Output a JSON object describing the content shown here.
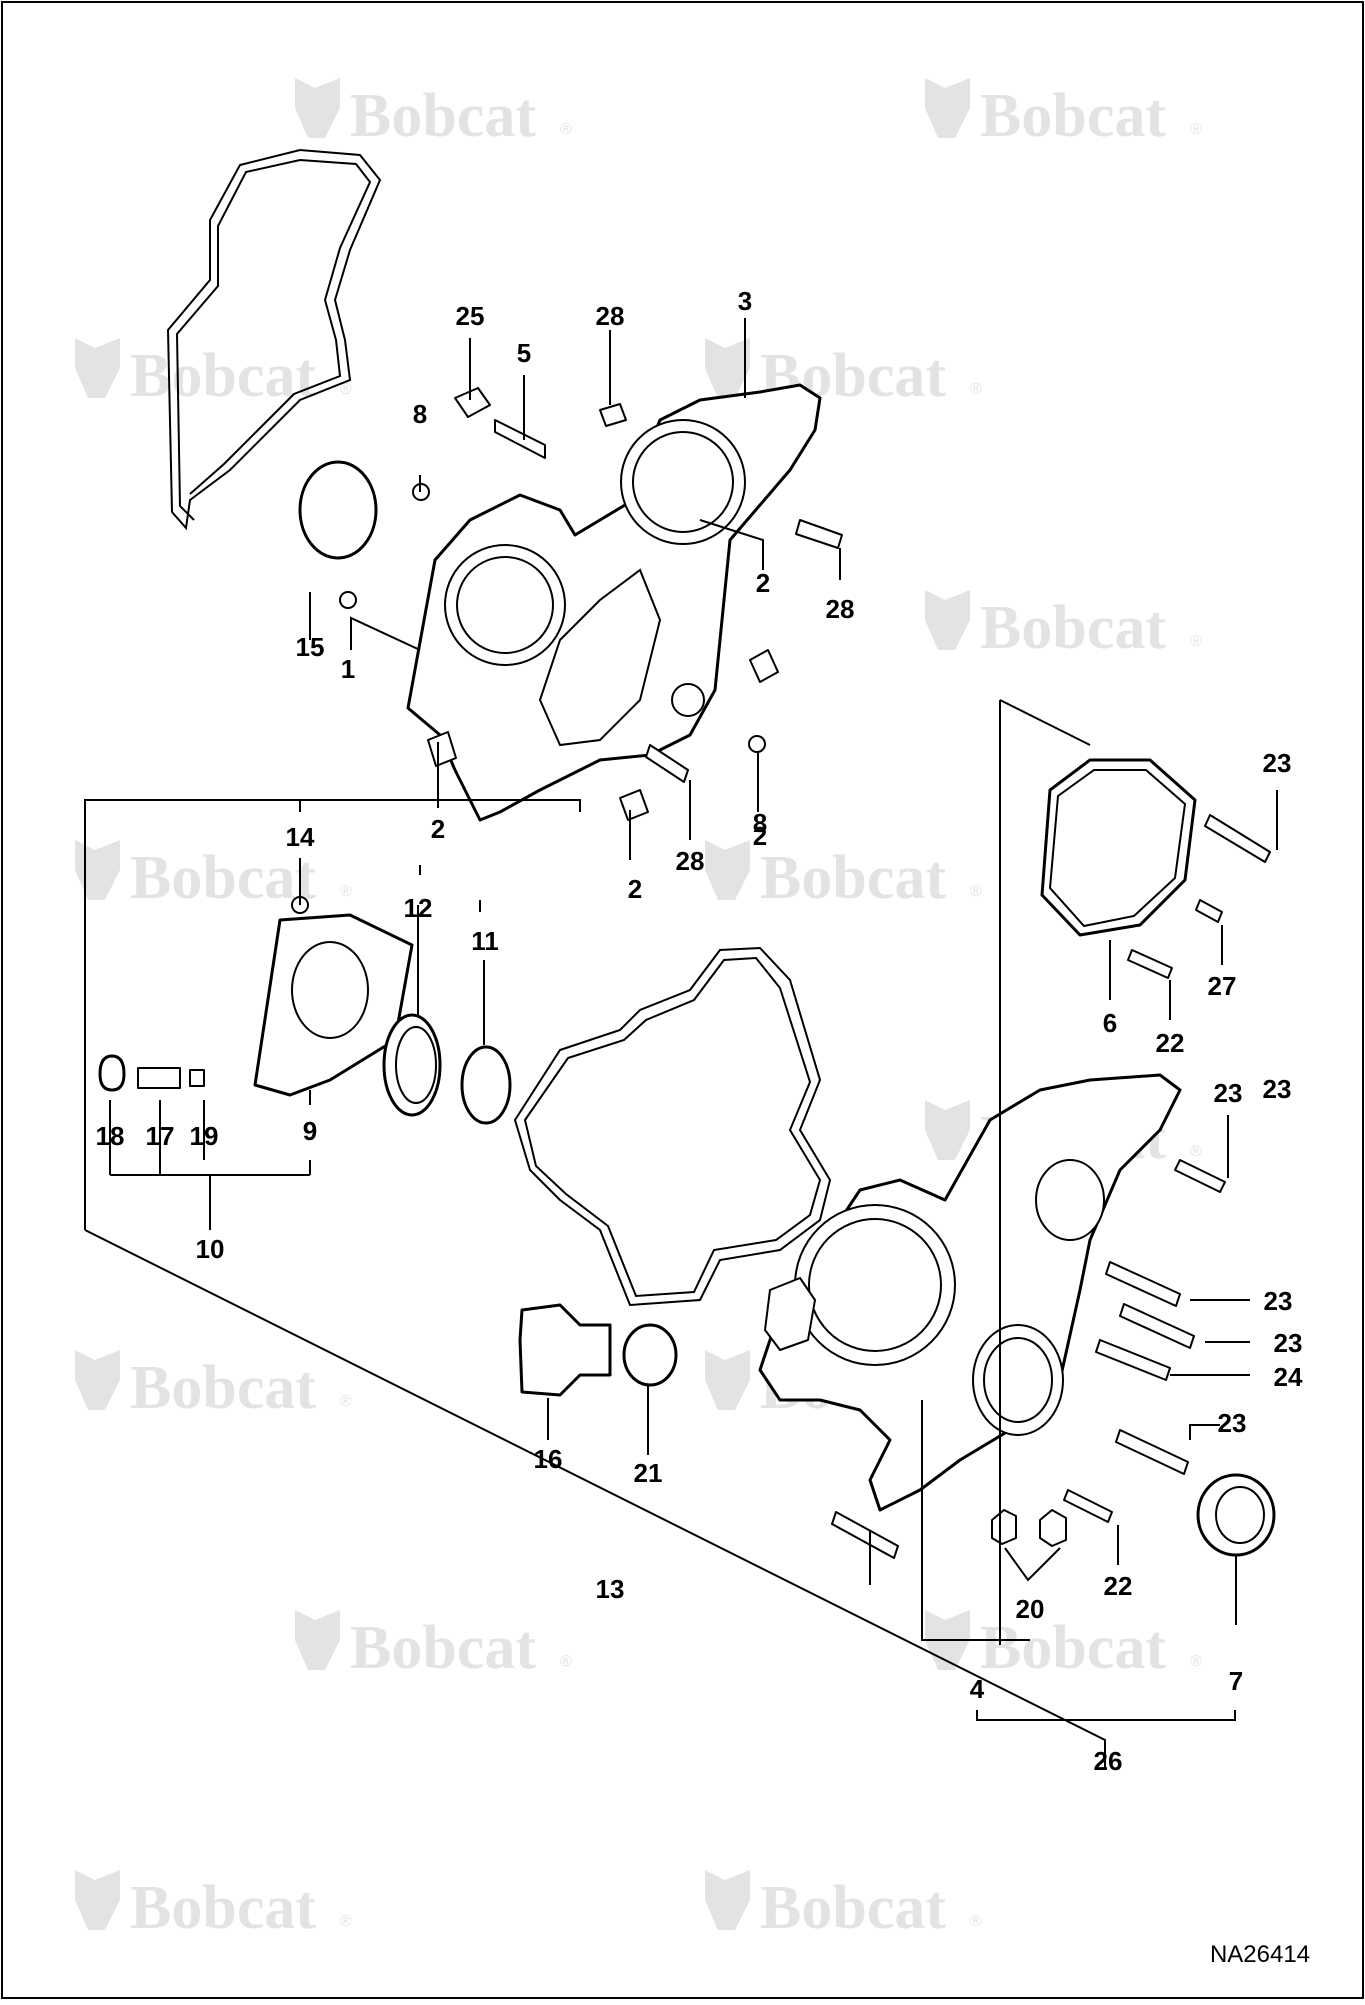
{
  "diagram": {
    "drawing_id": "NA26414",
    "watermark": {
      "brand": "Bobcat",
      "registered": "®"
    },
    "callouts": [
      "1",
      "2",
      "2",
      "2",
      "2",
      "3",
      "4",
      "5",
      "6",
      "7",
      "8",
      "8",
      "9",
      "10",
      "11",
      "12",
      "13",
      "14",
      "15",
      "16",
      "17",
      "18",
      "19",
      "20",
      "21",
      "22",
      "22",
      "23",
      "23",
      "23",
      "23",
      "23",
      "23",
      "24",
      "25",
      "26",
      "27",
      "28",
      "28",
      "28"
    ]
  }
}
